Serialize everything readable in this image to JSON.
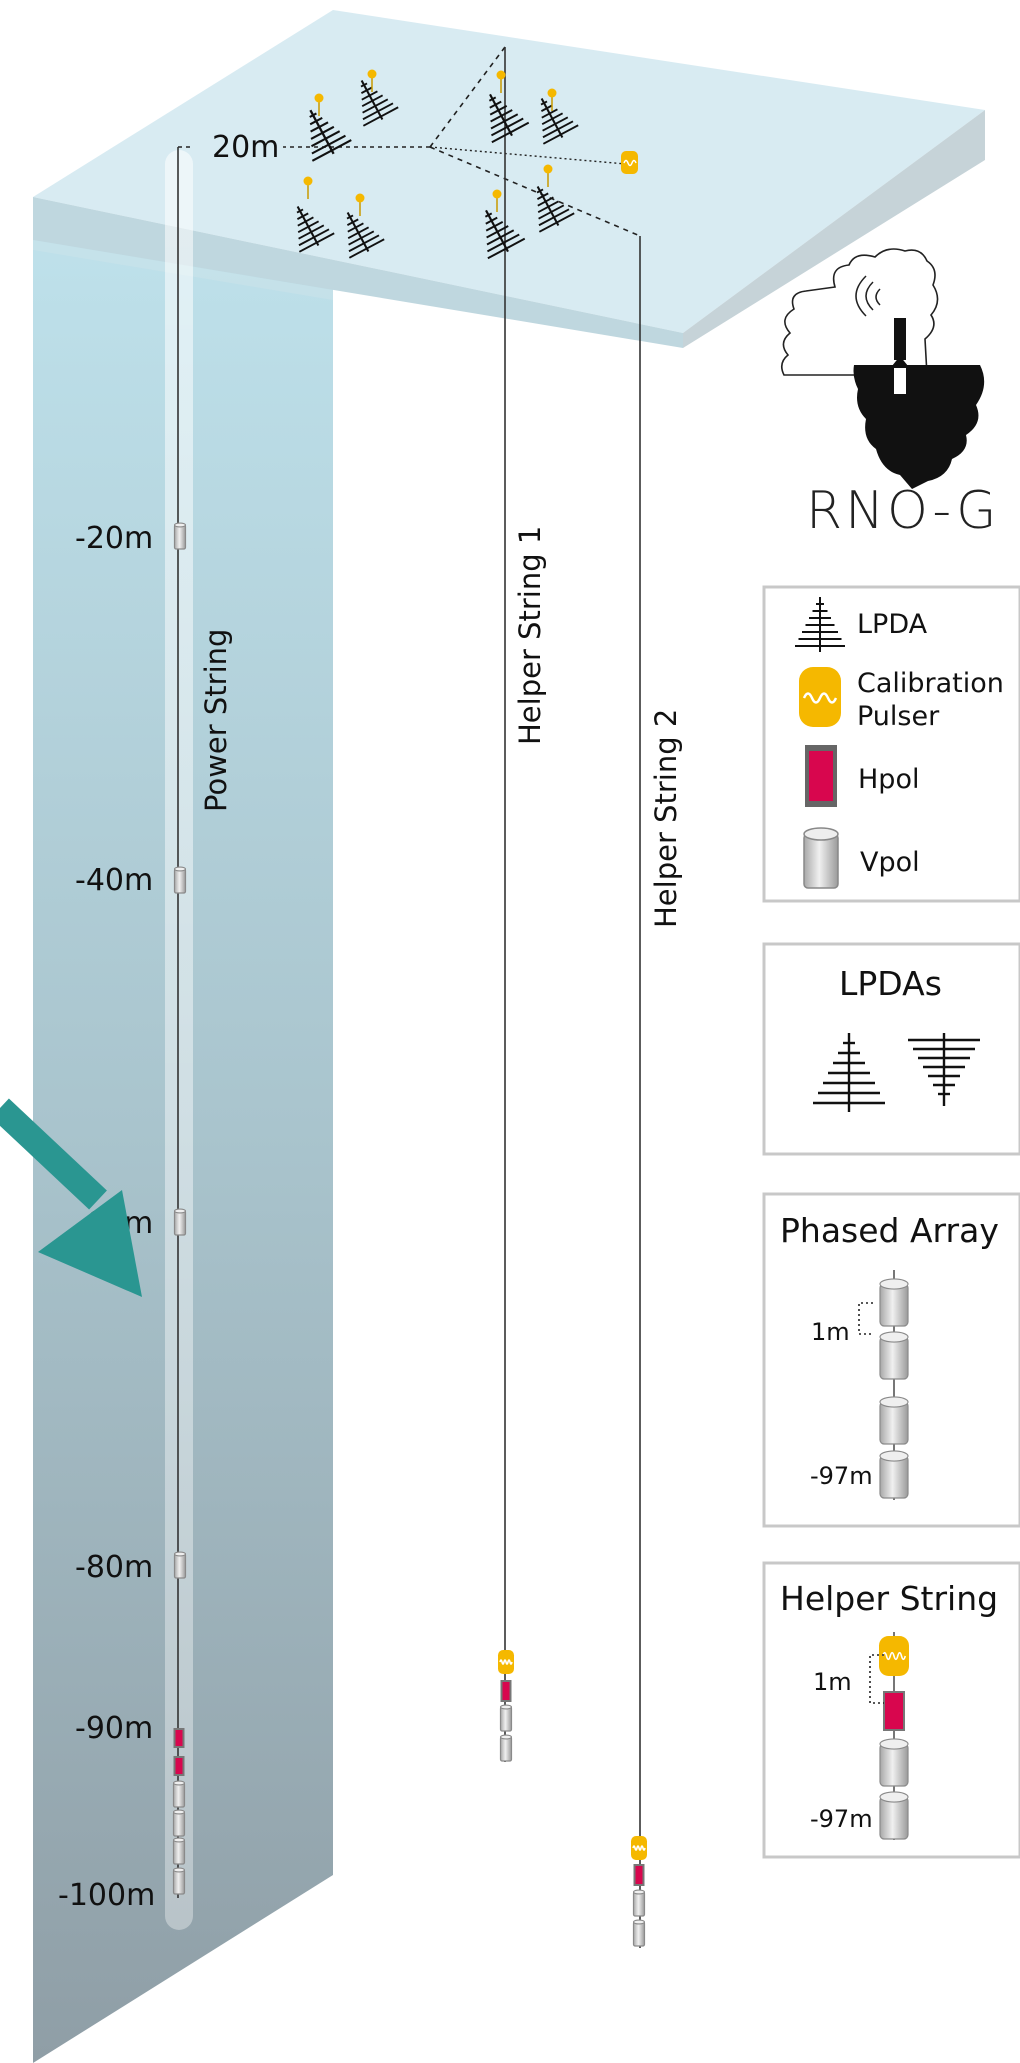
{
  "surface_label": "20m",
  "strings": {
    "power": "Power String",
    "helper1": "Helper String 1",
    "helper2": "Helper String 2"
  },
  "depths": {
    "d20": "-20m",
    "d40": "-40m",
    "d60": "-60m",
    "d80": "-80m",
    "d90": "-90m",
    "d100": "-100m"
  },
  "logo": {
    "text": "RNO-G"
  },
  "legend": {
    "lpda": "LPDA",
    "pulser_line1": "Calibration",
    "pulser_line2": "Pulser",
    "hpol": "Hpol",
    "vpol": "Vpol"
  },
  "lpdas_box": {
    "title": "LPDAs"
  },
  "phased_array_box": {
    "title": "Phased Array",
    "spacing": "1m",
    "depth": "-97m"
  },
  "helper_box": {
    "title": "Helper String",
    "spacing": "1m",
    "depth": "-97m"
  },
  "colors": {
    "ice_top": "#d3e7ee",
    "ice_front": "#b9dce7",
    "ice_deep": "#8d9ea7",
    "pulser": "#f5b800",
    "hpol": "#d8064e",
    "vpol": "#d8d8d8",
    "arrow": "#2a9691",
    "box_border": "#c8c8c8"
  }
}
